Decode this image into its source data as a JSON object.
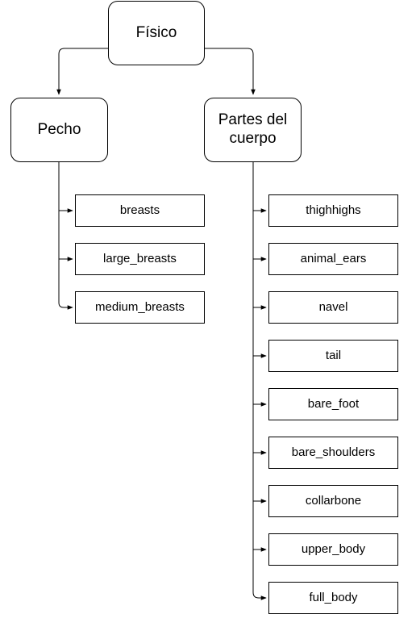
{
  "root": {
    "label": "Físico"
  },
  "branches": [
    {
      "label": "Pecho",
      "children": [
        "breasts",
        "large_breasts",
        "medium_breasts"
      ]
    },
    {
      "label": "Partes del cuerpo",
      "children": [
        "thighhighs",
        "animal_ears",
        "navel",
        "tail",
        "bare_foot",
        "bare_shoulders",
        "collarbone",
        "upper_body",
        "full_body"
      ]
    }
  ]
}
